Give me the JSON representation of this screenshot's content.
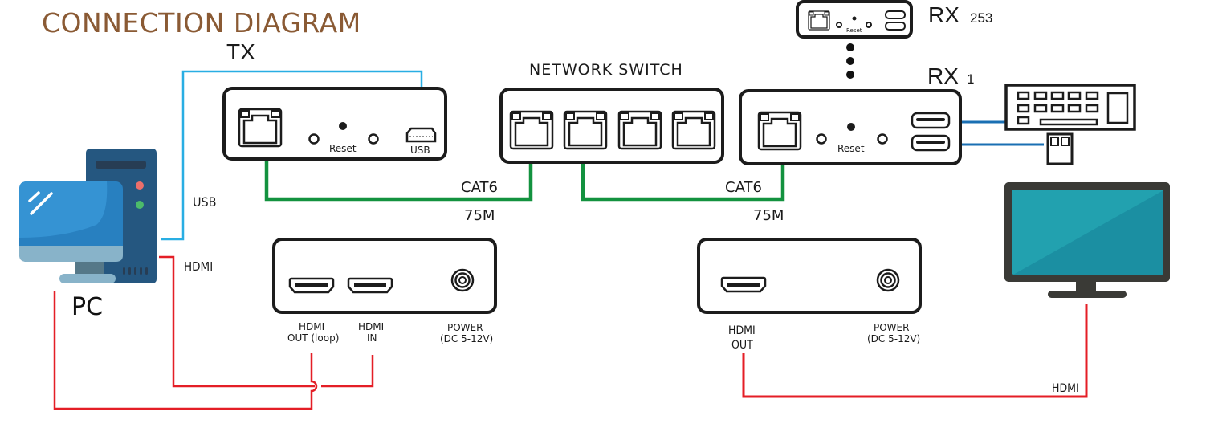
{
  "title": "CONNECTION DIAGRAM",
  "colors": {
    "title": "#8a5a34",
    "cat6_cable": "#13923f",
    "usb_cable": "#29aee3",
    "usb_peripheral_cable": "#1a6fb3",
    "hdmi_cable": "#e41e26",
    "device_outline": "#1c1c1c"
  },
  "devices": {
    "tx": {
      "label": "TX",
      "reset_label": "Reset",
      "usb_port_label": "USB",
      "back_panel": {
        "hdmi_out_label_1": "HDMI",
        "hdmi_out_label_2": "OUT (loop)",
        "hdmi_in_label_1": "HDMI",
        "hdmi_in_label_2": "IN",
        "power_label_1": "POWER",
        "power_label_2": "(DC 5-12V)"
      }
    },
    "switch": {
      "label": "NETWORK SWITCH",
      "port_count": 4
    },
    "rx1": {
      "label": "RX",
      "index": "1",
      "reset_label": "Reset",
      "back_panel": {
        "hdmi_out_label_1": "HDMI",
        "hdmi_out_label_2": "OUT",
        "power_label_1": "POWER",
        "power_label_2": "(DC 5-12V)"
      }
    },
    "rx253": {
      "label": "RX",
      "index": "253",
      "reset_label": "Reset"
    },
    "pc": {
      "label": "PC"
    },
    "display": {
      "icon": "monitor-icon"
    },
    "keyboard": {
      "icon": "keyboard-icon"
    },
    "mouse": {
      "icon": "mouse-icon"
    }
  },
  "cables": {
    "tx_to_switch": {
      "type": "CAT6",
      "length": "75M"
    },
    "switch_to_rx": {
      "type": "CAT6",
      "length": "75M"
    },
    "pc_usb": {
      "label": "USB"
    },
    "pc_hdmi": {
      "label": "HDMI"
    },
    "rx_hdmi": {
      "label": "HDMI"
    }
  }
}
